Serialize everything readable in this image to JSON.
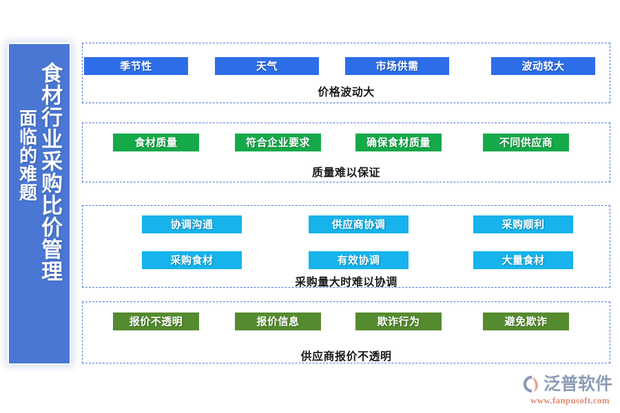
{
  "sidebar": {
    "title_main": "食材行业采购比价管理",
    "title_sub": "面临的难题",
    "background_color": "#4a77d4"
  },
  "groups": [
    {
      "caption": "价格波动大",
      "color": "#2d6ee8",
      "rows": [
        [
          "季节性",
          "天气",
          "市场供需",
          "波动较大"
        ]
      ]
    },
    {
      "caption": "质量难以保证",
      "color": "#16a94a",
      "rows": [
        [
          "食材质量",
          "符合企业要求",
          "确保食材质量",
          "不同供应商"
        ]
      ]
    },
    {
      "caption": "采购量大时难以协调",
      "color": "#16b3ec",
      "rows": [
        [
          "协调沟通",
          "供应商协调",
          "采购顺利"
        ],
        [
          "采购食材",
          "有效协调",
          "大量食材"
        ]
      ]
    },
    {
      "caption": "供应商报价不透明",
      "color": "#558b2f",
      "rows": [
        [
          "报价不透明",
          "报价信息",
          "欺诈行为",
          "避免欺诈"
        ]
      ]
    }
  ],
  "brand": {
    "name": "泛普软件",
    "url": "www.fanpusoft.com",
    "name_color": "#8c9bb5",
    "url_color": "#e08a72"
  }
}
